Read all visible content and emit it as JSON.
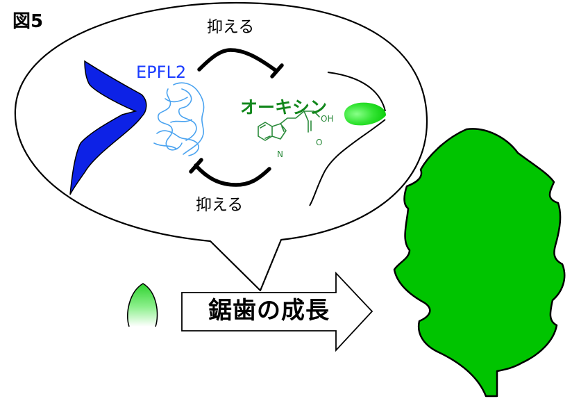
{
  "figure_label": "図5",
  "inhibit_top_label": "抑える",
  "inhibit_bottom_label": "抑える",
  "epfl2_label": "EPFL2",
  "auxin_label": "オーキシン",
  "molecule": {
    "n_label": "N",
    "oh_label": "OH",
    "o_label": "O"
  },
  "growth_label": "鋸歯の成長",
  "colors": {
    "epfl2_blue": "#1a3cff",
    "auxin_green": "#12871c",
    "leaf_green": "#00c400",
    "bud_green": "#33dd33",
    "protein_blue": "#4aa3f0",
    "molecule_green": "#2a8a3a"
  }
}
